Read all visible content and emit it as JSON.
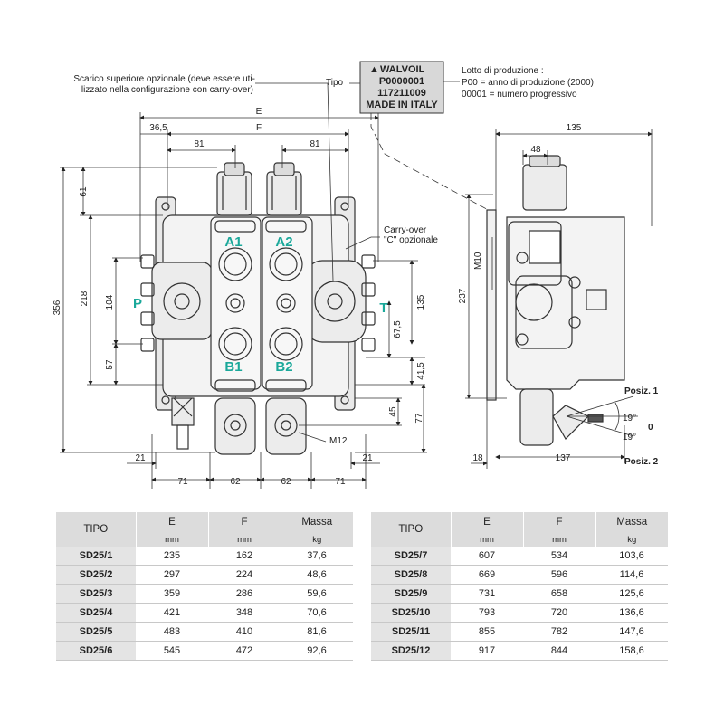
{
  "notes": {
    "top_drain": "Scarico superiore opzionale (deve essere uti-",
    "top_drain_2": "lizzato nella configurazione con carry-over)",
    "tipo": "Tipo",
    "plate_brand": "WALVOIL",
    "plate_code": "P0000001",
    "plate_number": "117211009",
    "plate_origin": "MADE IN ITALY",
    "lotto": "Lotto di produzione :",
    "lotto_p00": "P00 = anno di produzione (2000)",
    "lotto_num": "00001 = numero progressivo",
    "carry_over": "Carry-over",
    "carry_over_2": "\"C\" opzionale",
    "m12": "M12",
    "m10": "M10",
    "posiz1": "Posiz. 1",
    "posiz2": "Posiz. 2",
    "angle1": "19°",
    "angle2": "19°",
    "zero": "0"
  },
  "ports": {
    "a1": "A1",
    "a2": "A2",
    "b1": "B1",
    "b2": "B2",
    "p": "P",
    "t": "T"
  },
  "dims": {
    "e": "E",
    "f": "F",
    "d36": "36,5",
    "d81a": "81",
    "d81b": "81",
    "d61": "61",
    "d356": "356",
    "d218": "218",
    "d104": "104",
    "d57": "57",
    "d135": "135",
    "d67": "67,5",
    "d41": "41,5",
    "d45": "45",
    "d77": "77",
    "d21a": "21",
    "d21b": "21",
    "d71a": "71",
    "d62a": "62",
    "d62b": "62",
    "d71b": "71",
    "s135": "135",
    "s48": "48",
    "s237": "237",
    "s18": "18",
    "s137": "137"
  },
  "colors": {
    "port_label": "#1aa89a",
    "table_header": "#dcdcdc"
  },
  "tables": {
    "head": {
      "tipo": "TIPO",
      "e": "E",
      "f": "F",
      "massa": "Massa",
      "e_unit": "mm",
      "f_unit": "mm",
      "massa_unit": "kg"
    },
    "left": [
      {
        "tipo": "SD25/1",
        "e": "235",
        "f": "162",
        "massa": "37,6"
      },
      {
        "tipo": "SD25/2",
        "e": "297",
        "f": "224",
        "massa": "48,6"
      },
      {
        "tipo": "SD25/3",
        "e": "359",
        "f": "286",
        "massa": "59,6"
      },
      {
        "tipo": "SD25/4",
        "e": "421",
        "f": "348",
        "massa": "70,6"
      },
      {
        "tipo": "SD25/5",
        "e": "483",
        "f": "410",
        "massa": "81,6"
      },
      {
        "tipo": "SD25/6",
        "e": "545",
        "f": "472",
        "massa": "92,6"
      }
    ],
    "right": [
      {
        "tipo": "SD25/7",
        "e": "607",
        "f": "534",
        "massa": "103,6"
      },
      {
        "tipo": "SD25/8",
        "e": "669",
        "f": "596",
        "massa": "114,6"
      },
      {
        "tipo": "SD25/9",
        "e": "731",
        "f": "658",
        "massa": "125,6"
      },
      {
        "tipo": "SD25/10",
        "e": "793",
        "f": "720",
        "massa": "136,6"
      },
      {
        "tipo": "SD25/11",
        "e": "855",
        "f": "782",
        "massa": "147,6"
      },
      {
        "tipo": "SD25/12",
        "e": "917",
        "f": "844",
        "massa": "158,6"
      }
    ]
  }
}
